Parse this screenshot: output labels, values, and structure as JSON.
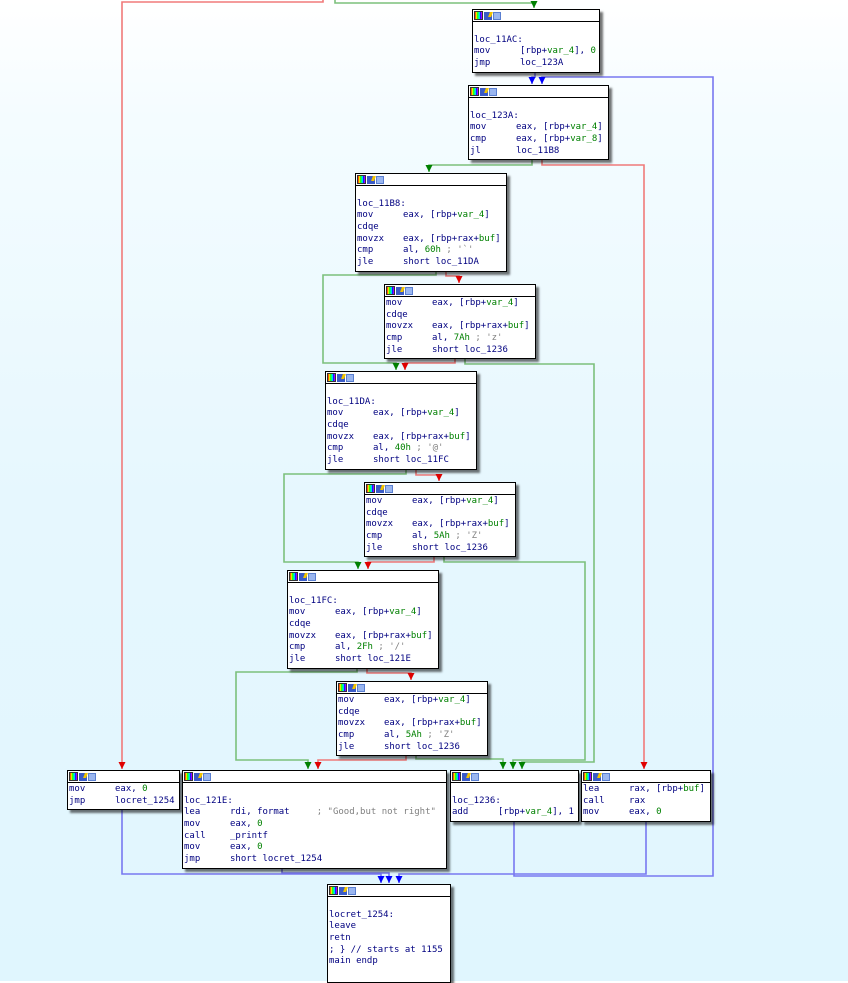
{
  "view": "IDA graph view - main",
  "colors": {
    "edge_true": "#008000",
    "edge_false": "#e00000",
    "edge_uncond": "#0000ff",
    "edge_true_line": "#7cc07c",
    "edge_false_line": "#f07a7a",
    "edge_uncond_line": "#7878f0",
    "text": "#000080",
    "var": "#008000",
    "comment": "#808080"
  },
  "header_icons": [
    "graph-color-icon",
    "edit-icon",
    "code-icon"
  ],
  "blocks": [
    {
      "id": "b11AC",
      "label": "loc_11AC:",
      "lines": [
        {
          "m": "mov",
          "ops": [
            {
              "t": "[rbp+"
            },
            {
              "t": "var_4",
              "c": "var"
            },
            {
              "t": "], "
            },
            {
              "t": "0",
              "c": "num"
            }
          ]
        },
        {
          "m": "jmp",
          "ops": [
            {
              "t": "loc_123A"
            }
          ]
        }
      ]
    },
    {
      "id": "b123A",
      "label": "loc_123A:",
      "lines": [
        {
          "m": "mov",
          "ops": [
            {
              "t": "eax, [rbp+"
            },
            {
              "t": "var_4",
              "c": "var"
            },
            {
              "t": "]"
            }
          ]
        },
        {
          "m": "cmp",
          "ops": [
            {
              "t": "eax, [rbp+"
            },
            {
              "t": "var_8",
              "c": "var"
            },
            {
              "t": "]"
            }
          ]
        },
        {
          "m": "jl",
          "ops": [
            {
              "t": "loc_11B8"
            }
          ]
        }
      ]
    },
    {
      "id": "b11B8",
      "label": "loc_11B8:",
      "lines": [
        {
          "m": "mov",
          "ops": [
            {
              "t": "eax, [rbp+"
            },
            {
              "t": "var_4",
              "c": "var"
            },
            {
              "t": "]"
            }
          ]
        },
        {
          "m": "cdqe",
          "ops": []
        },
        {
          "m": "movzx",
          "ops": [
            {
              "t": "eax, [rbp+rax+"
            },
            {
              "t": "buf",
              "c": "var"
            },
            {
              "t": "]"
            }
          ]
        },
        {
          "m": "cmp",
          "ops": [
            {
              "t": "al, "
            },
            {
              "t": "60h",
              "c": "num"
            },
            {
              "t": " ; '`'",
              "c": "cm"
            }
          ]
        },
        {
          "m": "jle",
          "ops": [
            {
              "t": "short loc_11DA"
            }
          ]
        }
      ]
    },
    {
      "id": "bZlow",
      "label": null,
      "lines": [
        {
          "m": "mov",
          "ops": [
            {
              "t": "eax, [rbp+"
            },
            {
              "t": "var_4",
              "c": "var"
            },
            {
              "t": "]"
            }
          ]
        },
        {
          "m": "cdqe",
          "ops": []
        },
        {
          "m": "movzx",
          "ops": [
            {
              "t": "eax, [rbp+rax+"
            },
            {
              "t": "buf",
              "c": "var"
            },
            {
              "t": "]"
            }
          ]
        },
        {
          "m": "cmp",
          "ops": [
            {
              "t": "al, "
            },
            {
              "t": "7Ah",
              "c": "num"
            },
            {
              "t": " ; 'z'",
              "c": "cm"
            }
          ]
        },
        {
          "m": "jle",
          "ops": [
            {
              "t": "short loc_1236"
            }
          ]
        }
      ]
    },
    {
      "id": "b11DA",
      "label": "loc_11DA:",
      "lines": [
        {
          "m": "mov",
          "ops": [
            {
              "t": "eax, [rbp+"
            },
            {
              "t": "var_4",
              "c": "var"
            },
            {
              "t": "]"
            }
          ]
        },
        {
          "m": "cdqe",
          "ops": []
        },
        {
          "m": "movzx",
          "ops": [
            {
              "t": "eax, [rbp+rax+"
            },
            {
              "t": "buf",
              "c": "var"
            },
            {
              "t": "]"
            }
          ]
        },
        {
          "m": "cmp",
          "ops": [
            {
              "t": "al, "
            },
            {
              "t": "40h",
              "c": "num"
            },
            {
              "t": " ; '@'",
              "c": "cm"
            }
          ]
        },
        {
          "m": "jle",
          "ops": [
            {
              "t": "short loc_11FC"
            }
          ]
        }
      ]
    },
    {
      "id": "bZup",
      "label": null,
      "lines": [
        {
          "m": "mov",
          "ops": [
            {
              "t": "eax, [rbp+"
            },
            {
              "t": "var_4",
              "c": "var"
            },
            {
              "t": "]"
            }
          ]
        },
        {
          "m": "cdqe",
          "ops": []
        },
        {
          "m": "movzx",
          "ops": [
            {
              "t": "eax, [rbp+rax+"
            },
            {
              "t": "buf",
              "c": "var"
            },
            {
              "t": "]"
            }
          ]
        },
        {
          "m": "cmp",
          "ops": [
            {
              "t": "al, "
            },
            {
              "t": "5Ah",
              "c": "num"
            },
            {
              "t": " ; 'Z'",
              "c": "cm"
            }
          ]
        },
        {
          "m": "jle",
          "ops": [
            {
              "t": "short loc_1236"
            }
          ]
        }
      ]
    },
    {
      "id": "b11FC",
      "label": "loc_11FC:",
      "lines": [
        {
          "m": "mov",
          "ops": [
            {
              "t": "eax, [rbp+"
            },
            {
              "t": "var_4",
              "c": "var"
            },
            {
              "t": "]"
            }
          ]
        },
        {
          "m": "cdqe",
          "ops": []
        },
        {
          "m": "movzx",
          "ops": [
            {
              "t": "eax, [rbp+rax+"
            },
            {
              "t": "buf",
              "c": "var"
            },
            {
              "t": "]"
            }
          ]
        },
        {
          "m": "cmp",
          "ops": [
            {
              "t": "al, "
            },
            {
              "t": "2Fh",
              "c": "num"
            },
            {
              "t": " ; '/'",
              "c": "cm"
            }
          ]
        },
        {
          "m": "jle",
          "ops": [
            {
              "t": "short loc_121E"
            }
          ]
        }
      ]
    },
    {
      "id": "bZ2",
      "label": null,
      "lines": [
        {
          "m": "mov",
          "ops": [
            {
              "t": "eax, [rbp+"
            },
            {
              "t": "var_4",
              "c": "var"
            },
            {
              "t": "]"
            }
          ]
        },
        {
          "m": "cdqe",
          "ops": []
        },
        {
          "m": "movzx",
          "ops": [
            {
              "t": "eax, [rbp+rax+"
            },
            {
              "t": "buf",
              "c": "var"
            },
            {
              "t": "]"
            }
          ]
        },
        {
          "m": "cmp",
          "ops": [
            {
              "t": "al, "
            },
            {
              "t": "5Ah",
              "c": "num"
            },
            {
              "t": " ; 'Z'",
              "c": "cm"
            }
          ]
        },
        {
          "m": "jle",
          "ops": [
            {
              "t": "short loc_1236"
            }
          ]
        }
      ]
    },
    {
      "id": "bRet0",
      "label": null,
      "lines": [
        {
          "m": "mov",
          "ops": [
            {
              "t": "eax, "
            },
            {
              "t": "0",
              "c": "num"
            }
          ]
        },
        {
          "m": "jmp",
          "ops": [
            {
              "t": "locret_1254"
            }
          ]
        }
      ]
    },
    {
      "id": "b121E",
      "label": "loc_121E:",
      "lines": [
        {
          "m": "lea",
          "ops": [
            {
              "t": "rdi, format     "
            },
            {
              "t": "; \"Good,but not right\"",
              "c": "cm"
            }
          ]
        },
        {
          "m": "mov",
          "ops": [
            {
              "t": "eax, "
            },
            {
              "t": "0",
              "c": "num"
            }
          ]
        },
        {
          "m": "call",
          "ops": [
            {
              "t": "_printf"
            }
          ]
        },
        {
          "m": "mov",
          "ops": [
            {
              "t": "eax, "
            },
            {
              "t": "0",
              "c": "num"
            }
          ]
        },
        {
          "m": "jmp",
          "ops": [
            {
              "t": "short locret_1254"
            }
          ]
        }
      ]
    },
    {
      "id": "b1236",
      "label": "loc_1236:",
      "lines": [
        {
          "m": "add",
          "ops": [
            {
              "t": "[rbp+"
            },
            {
              "t": "var_4",
              "c": "var"
            },
            {
              "t": "], 1"
            }
          ]
        }
      ]
    },
    {
      "id": "bCall",
      "label": null,
      "lines": [
        {
          "m": "lea",
          "ops": [
            {
              "t": "rax, [rbp+"
            },
            {
              "t": "buf",
              "c": "var"
            },
            {
              "t": "]"
            }
          ]
        },
        {
          "m": "call",
          "ops": [
            {
              "t": "rax"
            }
          ]
        },
        {
          "m": "mov",
          "ops": [
            {
              "t": "eax, "
            },
            {
              "t": "0",
              "c": "num"
            }
          ]
        }
      ]
    },
    {
      "id": "b1254",
      "label": "locret_1254:",
      "lines": [
        {
          "m": "leave",
          "ops": []
        },
        {
          "m": "retn",
          "ops": []
        },
        {
          "m": "; } // starts at 1155",
          "ops": [],
          "raw": true
        },
        {
          "m": "main endp",
          "ops": [],
          "raw": true
        }
      ],
      "trailing_blank": true
    }
  ],
  "edges": [
    {
      "from": "offscreen",
      "to": "b11AC",
      "kind": "true"
    },
    {
      "from": "offscreen",
      "to": "bRet0",
      "kind": "false"
    },
    {
      "from": "b11AC",
      "to": "b123A",
      "kind": "uncond"
    },
    {
      "from": "b1236",
      "to": "b123A",
      "kind": "uncond"
    },
    {
      "from": "b123A",
      "to": "b11B8",
      "kind": "true"
    },
    {
      "from": "b123A",
      "to": "bCall",
      "kind": "false"
    },
    {
      "from": "b11B8",
      "to": "b11DA",
      "kind": "true"
    },
    {
      "from": "b11B8",
      "to": "bZlow",
      "kind": "false"
    },
    {
      "from": "bZlow",
      "to": "b1236",
      "kind": "true"
    },
    {
      "from": "bZlow",
      "to": "b11DA",
      "kind": "false"
    },
    {
      "from": "b11DA",
      "to": "b11FC",
      "kind": "true"
    },
    {
      "from": "b11DA",
      "to": "bZup",
      "kind": "false"
    },
    {
      "from": "bZup",
      "to": "b1236",
      "kind": "true"
    },
    {
      "from": "bZup",
      "to": "b11FC",
      "kind": "false"
    },
    {
      "from": "b11FC",
      "to": "b121E",
      "kind": "true"
    },
    {
      "from": "b11FC",
      "to": "bZ2",
      "kind": "false"
    },
    {
      "from": "bZ2",
      "to": "b1236",
      "kind": "true"
    },
    {
      "from": "bZ2",
      "to": "b121E",
      "kind": "false"
    },
    {
      "from": "bRet0",
      "to": "b1254",
      "kind": "uncond"
    },
    {
      "from": "b121E",
      "to": "b1254",
      "kind": "uncond"
    },
    {
      "from": "bCall",
      "to": "b1254",
      "kind": "uncond"
    }
  ]
}
